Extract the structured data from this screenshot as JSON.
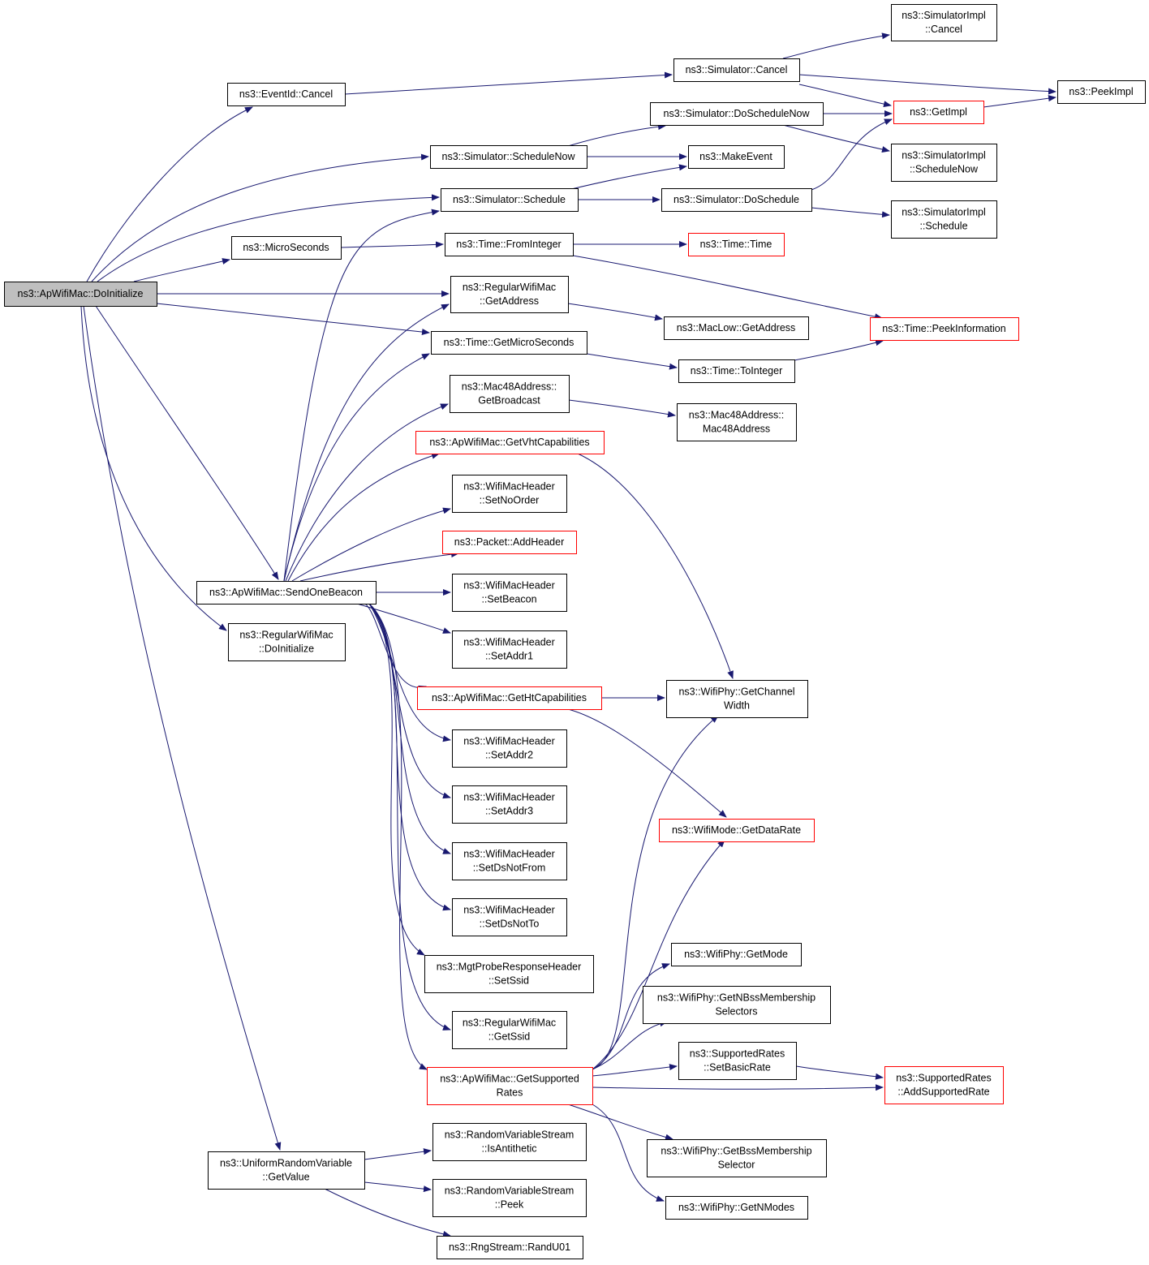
{
  "nodes": [
    {
      "id": "root",
      "lines": [
        "ns3::ApWifiMac::DoInitialize"
      ],
      "root": true
    },
    {
      "id": "eventid_cancel",
      "lines": [
        "ns3::EventId::Cancel"
      ]
    },
    {
      "id": "sim_cancel",
      "lines": [
        "ns3::Simulator::Cancel"
      ]
    },
    {
      "id": "simimpl_cancel",
      "lines": [
        "ns3::SimulatorImpl",
        "::Cancel"
      ]
    },
    {
      "id": "peekimpl",
      "lines": [
        "ns3::PeekImpl"
      ]
    },
    {
      "id": "getimpl",
      "lines": [
        "ns3::GetImpl"
      ],
      "red": true
    },
    {
      "id": "sim_doschedulenow",
      "lines": [
        "ns3::Simulator::DoScheduleNow"
      ]
    },
    {
      "id": "sim_schedulenow",
      "lines": [
        "ns3::Simulator::ScheduleNow"
      ]
    },
    {
      "id": "makeevent",
      "lines": [
        "ns3::MakeEvent"
      ]
    },
    {
      "id": "simimpl_schedulenow",
      "lines": [
        "ns3::SimulatorImpl",
        "::ScheduleNow"
      ]
    },
    {
      "id": "sim_schedule",
      "lines": [
        "ns3::Simulator::Schedule"
      ]
    },
    {
      "id": "sim_doschedule",
      "lines": [
        "ns3::Simulator::DoSchedule"
      ]
    },
    {
      "id": "simimpl_schedule",
      "lines": [
        "ns3::SimulatorImpl",
        "::Schedule"
      ]
    },
    {
      "id": "microseconds",
      "lines": [
        "ns3::MicroSeconds"
      ]
    },
    {
      "id": "time_frominteger",
      "lines": [
        "ns3::Time::FromInteger"
      ]
    },
    {
      "id": "time_time",
      "lines": [
        "ns3::Time::Time"
      ],
      "red": true
    },
    {
      "id": "rwm_getaddress",
      "lines": [
        "ns3::RegularWifiMac",
        "::GetAddress"
      ]
    },
    {
      "id": "maclow_getaddress",
      "lines": [
        "ns3::MacLow::GetAddress"
      ]
    },
    {
      "id": "time_peekinformation",
      "lines": [
        "ns3::Time::PeekInformation"
      ],
      "red": true
    },
    {
      "id": "time_getmicroseconds",
      "lines": [
        "ns3::Time::GetMicroSeconds"
      ]
    },
    {
      "id": "time_tointeger",
      "lines": [
        "ns3::Time::ToInteger"
      ]
    },
    {
      "id": "mac48_getbroadcast",
      "lines": [
        "ns3::Mac48Address::",
        "GetBroadcast"
      ]
    },
    {
      "id": "mac48_mac48address",
      "lines": [
        "ns3::Mac48Address::",
        "Mac48Address"
      ]
    },
    {
      "id": "getvhtcap",
      "lines": [
        "ns3::ApWifiMac::GetVhtCapabilities"
      ],
      "red": true
    },
    {
      "id": "setnoorder",
      "lines": [
        "ns3::WifiMacHeader",
        "::SetNoOrder"
      ]
    },
    {
      "id": "addheader",
      "lines": [
        "ns3::Packet::AddHeader"
      ],
      "red": true
    },
    {
      "id": "sendonebeacon",
      "lines": [
        "ns3::ApWifiMac::SendOneBeacon"
      ]
    },
    {
      "id": "setbeacon",
      "lines": [
        "ns3::WifiMacHeader",
        "::SetBeacon"
      ]
    },
    {
      "id": "rwm_doinitialize",
      "lines": [
        "ns3::RegularWifiMac",
        "::DoInitialize"
      ]
    },
    {
      "id": "setaddr1",
      "lines": [
        "ns3::WifiMacHeader",
        "::SetAddr1"
      ]
    },
    {
      "id": "gethtcap",
      "lines": [
        "ns3::ApWifiMac::GetHtCapabilities"
      ],
      "red": true
    },
    {
      "id": "getchannelwidth",
      "lines": [
        "ns3::WifiPhy::GetChannel",
        "Width"
      ]
    },
    {
      "id": "setaddr2",
      "lines": [
        "ns3::WifiMacHeader",
        "::SetAddr2"
      ]
    },
    {
      "id": "setaddr3",
      "lines": [
        "ns3::WifiMacHeader",
        "::SetAddr3"
      ]
    },
    {
      "id": "getdatarate",
      "lines": [
        "ns3::WifiMode::GetDataRate"
      ],
      "red": true
    },
    {
      "id": "setdsnotfrom",
      "lines": [
        "ns3::WifiMacHeader",
        "::SetDsNotFrom"
      ]
    },
    {
      "id": "setdsnotto",
      "lines": [
        "ns3::WifiMacHeader",
        "::SetDsNotTo"
      ]
    },
    {
      "id": "getmode",
      "lines": [
        "ns3::WifiPhy::GetMode"
      ]
    },
    {
      "id": "setssid",
      "lines": [
        "ns3::MgtProbeResponseHeader",
        "::SetSsid"
      ]
    },
    {
      "id": "getnbss",
      "lines": [
        "ns3::WifiPhy::GetNBssMembership",
        "Selectors"
      ]
    },
    {
      "id": "rwm_getssid",
      "lines": [
        "ns3::RegularWifiMac",
        "::GetSsid"
      ]
    },
    {
      "id": "setbasicrate",
      "lines": [
        "ns3::SupportedRates",
        "::SetBasicRate"
      ]
    },
    {
      "id": "getsupportedrates",
      "lines": [
        "ns3::ApWifiMac::GetSupported",
        "Rates"
      ],
      "red": true
    },
    {
      "id": "addsupportedrate",
      "lines": [
        "ns3::SupportedRates",
        "::AddSupportedRate"
      ],
      "red": true
    },
    {
      "id": "isantithetic",
      "lines": [
        "ns3::RandomVariableStream",
        "::IsAntithetic"
      ]
    },
    {
      "id": "getbss",
      "lines": [
        "ns3::WifiPhy::GetBssMembership",
        "Selector"
      ]
    },
    {
      "id": "urv_getvalue",
      "lines": [
        "ns3::UniformRandomVariable",
        "::GetValue"
      ]
    },
    {
      "id": "rvs_peek",
      "lines": [
        "ns3::RandomVariableStream",
        "::Peek"
      ]
    },
    {
      "id": "getnmodes",
      "lines": [
        "ns3::WifiPhy::GetNModes"
      ]
    },
    {
      "id": "randu01",
      "lines": [
        "ns3::RngStream::RandU01"
      ]
    }
  ]
}
